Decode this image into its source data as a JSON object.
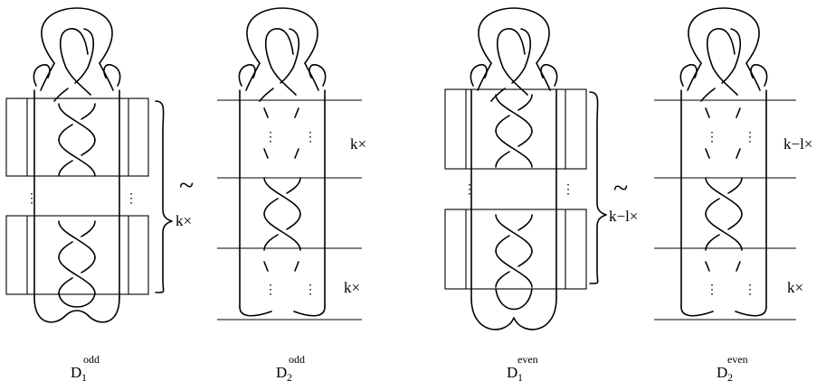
{
  "figure": {
    "diagrams": [
      {
        "id": "D1-odd",
        "letter": "D",
        "sub": "1",
        "sup": "odd",
        "repeat_label": "k×"
      },
      {
        "id": "D2-odd",
        "letter": "D",
        "sub": "2",
        "sup": "odd",
        "top_label": "k×",
        "bottom_label": "k×"
      },
      {
        "id": "D1-even",
        "letter": "D",
        "sub": "1",
        "sup": "even",
        "repeat_label": "k−l×"
      },
      {
        "id": "D2-even",
        "letter": "D",
        "sub": "2",
        "sup": "even",
        "top_label": "k−l×",
        "bottom_label": "k×"
      }
    ],
    "equivalence_symbol": "~",
    "ellipsis": "⋮"
  }
}
